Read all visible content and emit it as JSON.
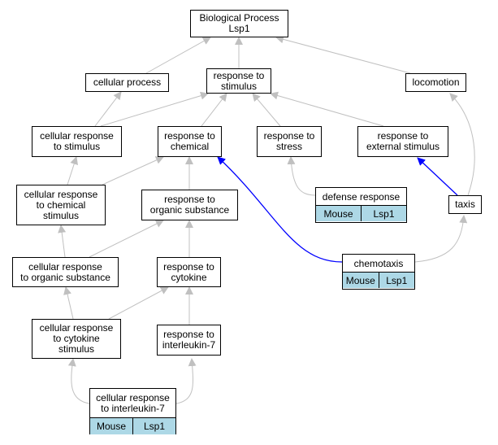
{
  "nodes": {
    "bp": "Biological Process\nLsp1",
    "cellular_process": "cellular process",
    "response_to_stimulus": "response to\nstimulus",
    "locomotion": "locomotion",
    "cellular_response_to_stimulus": "cellular response\nto stimulus",
    "response_to_chemical": "response to\nchemical",
    "response_to_stress": "response to\nstress",
    "response_to_external_stimulus": "response to\nexternal stimulus",
    "cellular_response_to_chemical_stimulus": "cellular response\nto chemical\nstimulus",
    "response_to_organic_substance": "response to\norganic substance",
    "taxis": "taxis",
    "cellular_response_to_organic_substance": "cellular response\nto organic substance",
    "response_to_cytokine": "response to\ncytokine",
    "cellular_response_to_cytokine_stimulus": "cellular response\nto cytokine\nstimulus",
    "response_to_interleukin_7": "response to\ninterleukin-7"
  },
  "gene_nodes": {
    "defense_response": {
      "title": "defense response",
      "species": "Mouse",
      "gene": "Lsp1"
    },
    "chemotaxis": {
      "title": "chemotaxis",
      "species": "Mouse",
      "gene": "Lsp1"
    },
    "cellular_response_to_interleukin_7": {
      "title": "cellular response\nto interleukin-7",
      "species": "Mouse",
      "gene": "Lsp1"
    }
  },
  "colors": {
    "edge": "#c0c0c0",
    "highlight_edge": "#0000ff",
    "annotation_fill": "#add8e6"
  }
}
